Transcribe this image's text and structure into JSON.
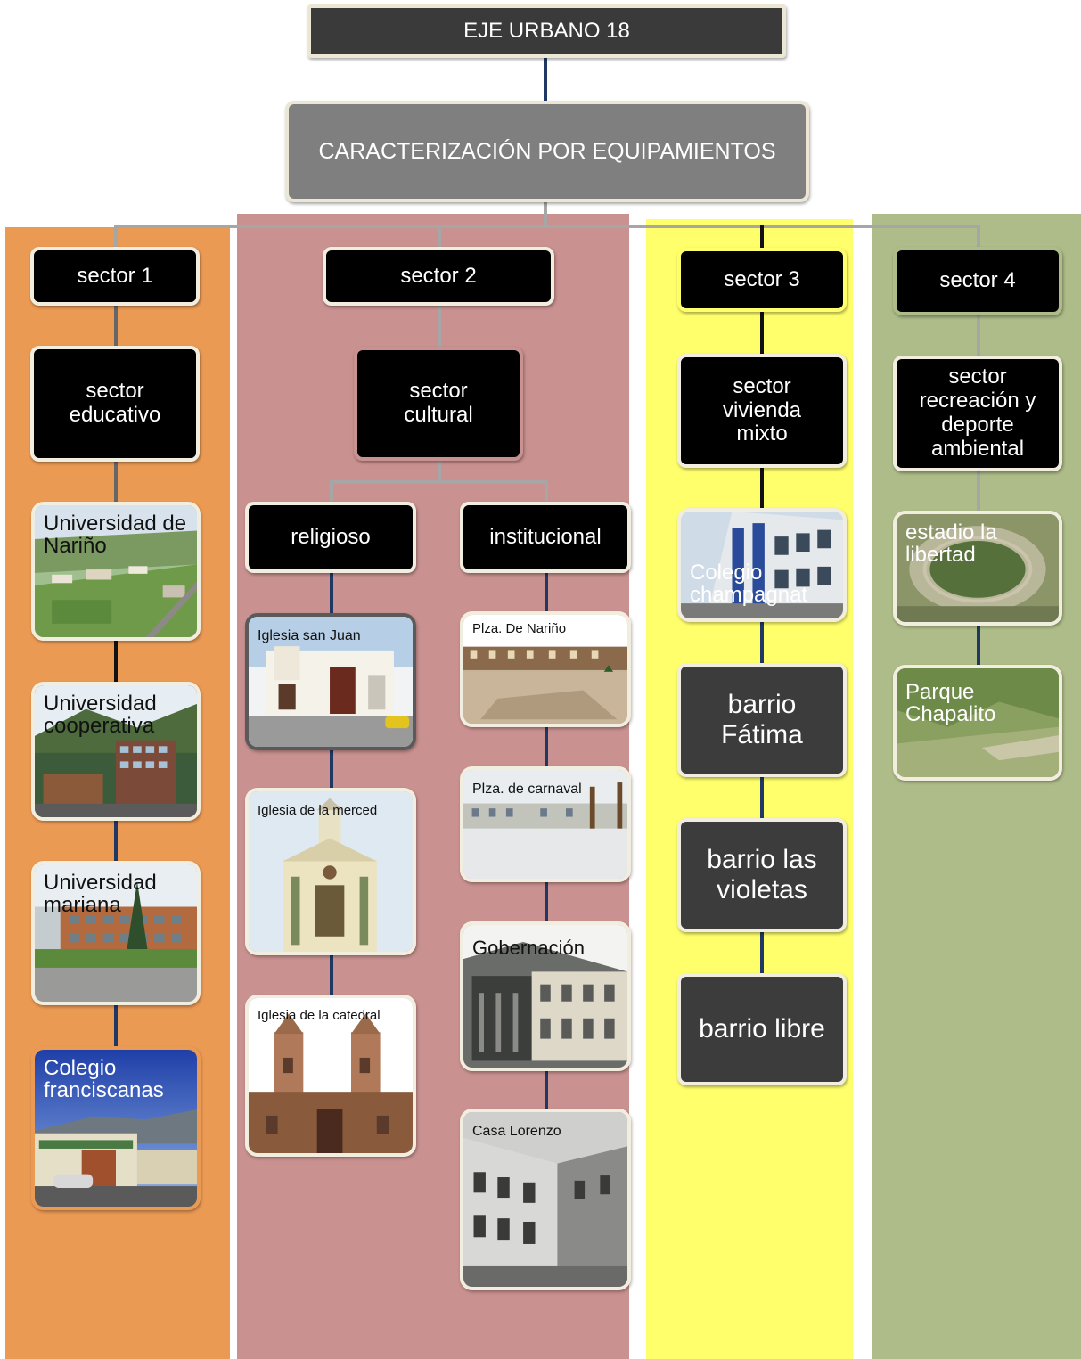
{
  "title": "EJE URBANO 18",
  "subtitle": "CARACTERIZACIÓN  POR EQUIPAMIENTOS",
  "colors": {
    "sector1": "#eb9a54",
    "sector2": "#c99190",
    "sector3": "#ffff6b",
    "sector4": "#aebc89",
    "node": "#000000",
    "node_dark": "#3c3c3c",
    "connector_dark": "#1f3864",
    "connector_grey": "#a6a6a6"
  },
  "sectors": [
    {
      "label": "sector 1",
      "category": "sector educativo",
      "items": [
        {
          "label": "Universidad de Nariño"
        },
        {
          "label": "Universidad cooperativa"
        },
        {
          "label": "Universidad mariana"
        },
        {
          "label": "Colegio franciscanas"
        }
      ]
    },
    {
      "label": "sector 2",
      "category": "sector cultural",
      "groups": [
        {
          "label": "religioso",
          "items": [
            {
              "label": "Iglesia san Juan"
            },
            {
              "label": "Iglesia de la merced"
            },
            {
              "label": "Iglesia de la catedral"
            }
          ]
        },
        {
          "label": "institucional",
          "items": [
            {
              "label": "Plza. De Nariño"
            },
            {
              "label": "Plza. de carnaval"
            },
            {
              "label": "Gobernación"
            },
            {
              "label": "Casa Lorenzo"
            }
          ]
        }
      ]
    },
    {
      "label": "sector 3",
      "category": "sector vivienda mixto",
      "items": [
        {
          "label": "Colegio champagnat"
        },
        {
          "label": "barrio Fátima"
        },
        {
          "label": "barrio las violetas"
        },
        {
          "label": "barrio libre"
        }
      ]
    },
    {
      "label": "sector 4",
      "category": "sector recreación y deporte ambiental",
      "items": [
        {
          "label": "estadio la libertad"
        },
        {
          "label": "Parque Chapalito"
        }
      ]
    }
  ]
}
